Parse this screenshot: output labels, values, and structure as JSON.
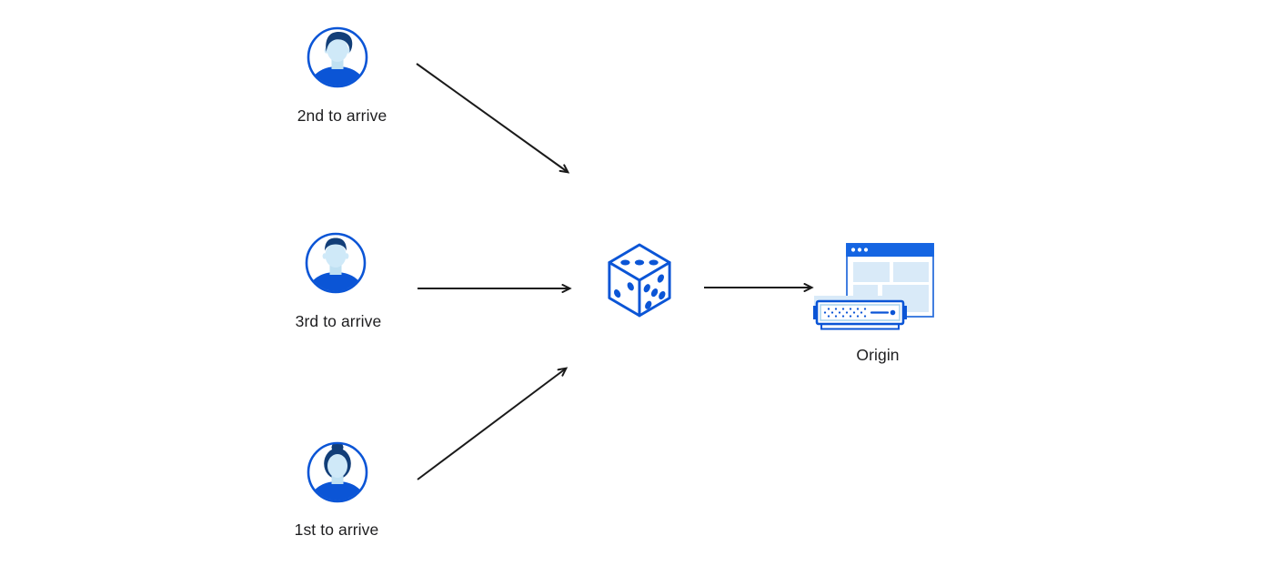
{
  "diagram": {
    "nodes": [
      {
        "id": "visitor-2nd",
        "label": "2nd to arrive",
        "icon": "user-avatar-man-swept-hair-icon"
      },
      {
        "id": "visitor-3rd",
        "label": "3rd to arrive",
        "icon": "user-avatar-man-short-hair-icon"
      },
      {
        "id": "visitor-1st",
        "label": "1st to arrive",
        "icon": "user-avatar-woman-bun-icon"
      },
      {
        "id": "random-dice",
        "label": "",
        "icon": "dice-icon"
      },
      {
        "id": "origin",
        "label": "Origin",
        "icon": "origin-server-browser-icon"
      }
    ],
    "edges": [
      {
        "from": "visitor-2nd",
        "to": "random-dice"
      },
      {
        "from": "visitor-3rd",
        "to": "random-dice"
      },
      {
        "from": "visitor-1st",
        "to": "random-dice"
      },
      {
        "from": "random-dice",
        "to": "origin"
      }
    ],
    "colors": {
      "primary_blue": "#0b55d6",
      "title_bar_blue": "#1565e2",
      "light_blue_fill": "#d9eaf8",
      "face_light_blue": "#cfe9f8",
      "neck_blue": "#bfe0f2",
      "hair_navy": "#123e78",
      "arrow_black": "#1a1a1a",
      "label_text": "#1d1d1f",
      "background": "#ffffff"
    }
  }
}
